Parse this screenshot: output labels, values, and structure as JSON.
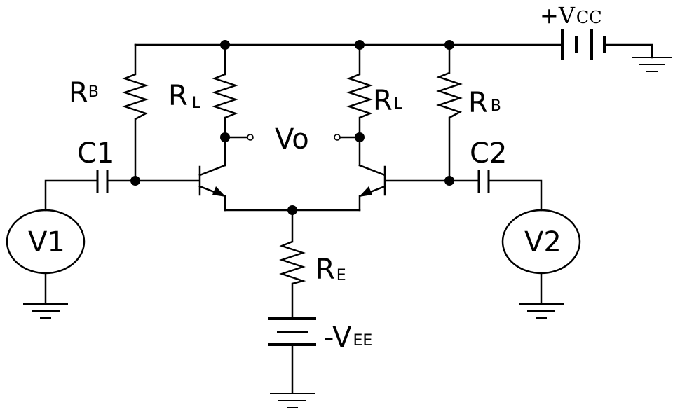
{
  "labels": {
    "rb_left_main": "R",
    "rb_left_sub": "B",
    "rl_left_main": "R",
    "rl_left_sub": "L",
    "rl_right_main": "R",
    "rl_right_sub": "L",
    "rb_right_main": "R",
    "rb_right_sub": "B",
    "c1": "C1",
    "c2": "C2",
    "vo": "Vo",
    "v1": "V1",
    "v2": "V2",
    "re_main": "R",
    "re_sub": "E",
    "vee_main": "-V",
    "vee_sub": "EE",
    "vcc": "+V",
    "vcc_sub": "CC"
  }
}
